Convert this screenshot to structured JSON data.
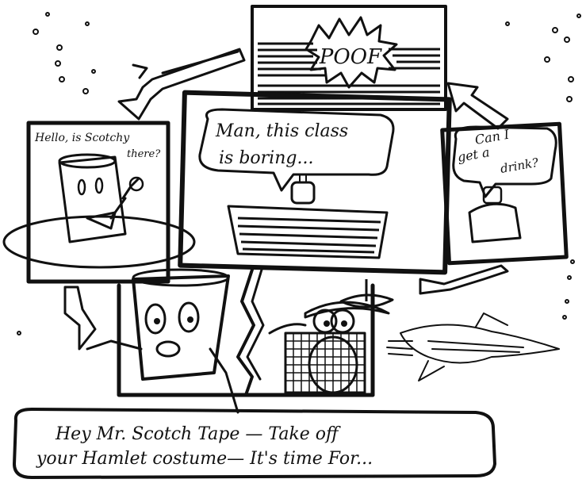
{
  "panels": {
    "top": {
      "sound_effect": "POOF"
    },
    "left": {
      "caption": "Hello, is Scotchy",
      "caption_line2": "there?"
    },
    "center": {
      "speech_line1": "Man, this class",
      "speech_line2": "is boring..."
    },
    "right": {
      "speech_line1": "Can I",
      "speech_line2": "get a",
      "speech_line3": "drink?"
    }
  },
  "bottom_caption": {
    "line1": "Hey Mr. Scotch Tape — Take off",
    "line2": "your Hamlet costume— It's time For..."
  },
  "colors": {
    "ink": "#111111",
    "paper": "#ffffff"
  }
}
